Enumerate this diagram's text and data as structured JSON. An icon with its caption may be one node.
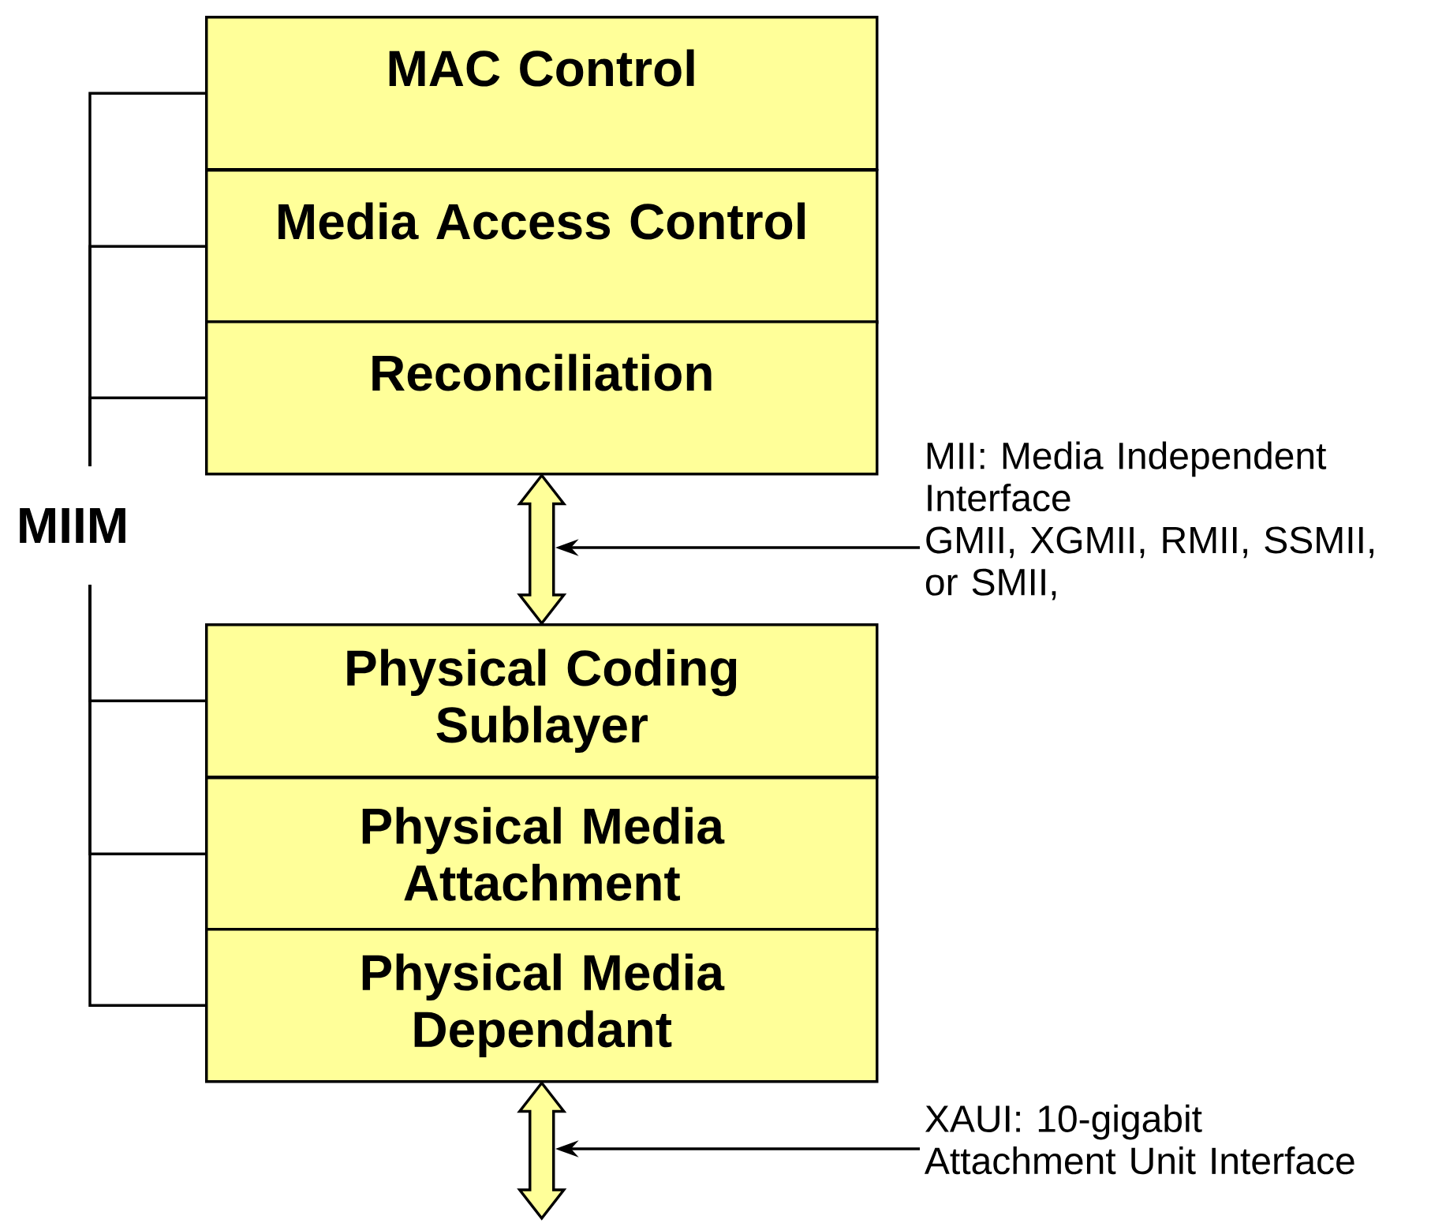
{
  "diagram": {
    "nodes": [
      {
        "text": [
          "MAC Control"
        ]
      },
      {
        "text": [
          "Media Access Control"
        ]
      },
      {
        "text": [
          "Reconciliation"
        ]
      },
      {
        "text": [
          "Physical Coding Sublayer"
        ]
      },
      {
        "text": [
          "Physical Media Attachment"
        ]
      },
      {
        "text": [
          "Physical Media Dependant"
        ]
      },
      {
        "text": [
          "MIIM"
        ]
      },
      {
        "text": [
          "MII: Media Independent Interface",
          "GMII,  XGMII, RMII, SSMII, or SMII,"
        ]
      },
      {
        "text": [
          "XAUI: 10-gigabit Attachment Unit Interface"
        ]
      }
    ],
    "edges": [
      {
        "from": 6,
        "to": 0,
        "arrow": "none"
      },
      {
        "from": 6,
        "to": 1,
        "arrow": "none"
      },
      {
        "from": 6,
        "to": 2,
        "arrow": "none"
      },
      {
        "from": 6,
        "to": 3,
        "arrow": "none"
      },
      {
        "from": 6,
        "to": 4,
        "arrow": "none"
      },
      {
        "from": 6,
        "to": 5,
        "arrow": "none"
      },
      {
        "from": 2,
        "to": 3,
        "arrow": "both",
        "style": "thick",
        "color": "#ffff99"
      },
      {
        "from": 7,
        "to": null,
        "arrow": "to"
      },
      {
        "from": 5,
        "to": null,
        "arrow": "both",
        "style": "thick",
        "color": "#ffff99"
      },
      {
        "from": 8,
        "to": null,
        "arrow": "to"
      }
    ]
  }
}
